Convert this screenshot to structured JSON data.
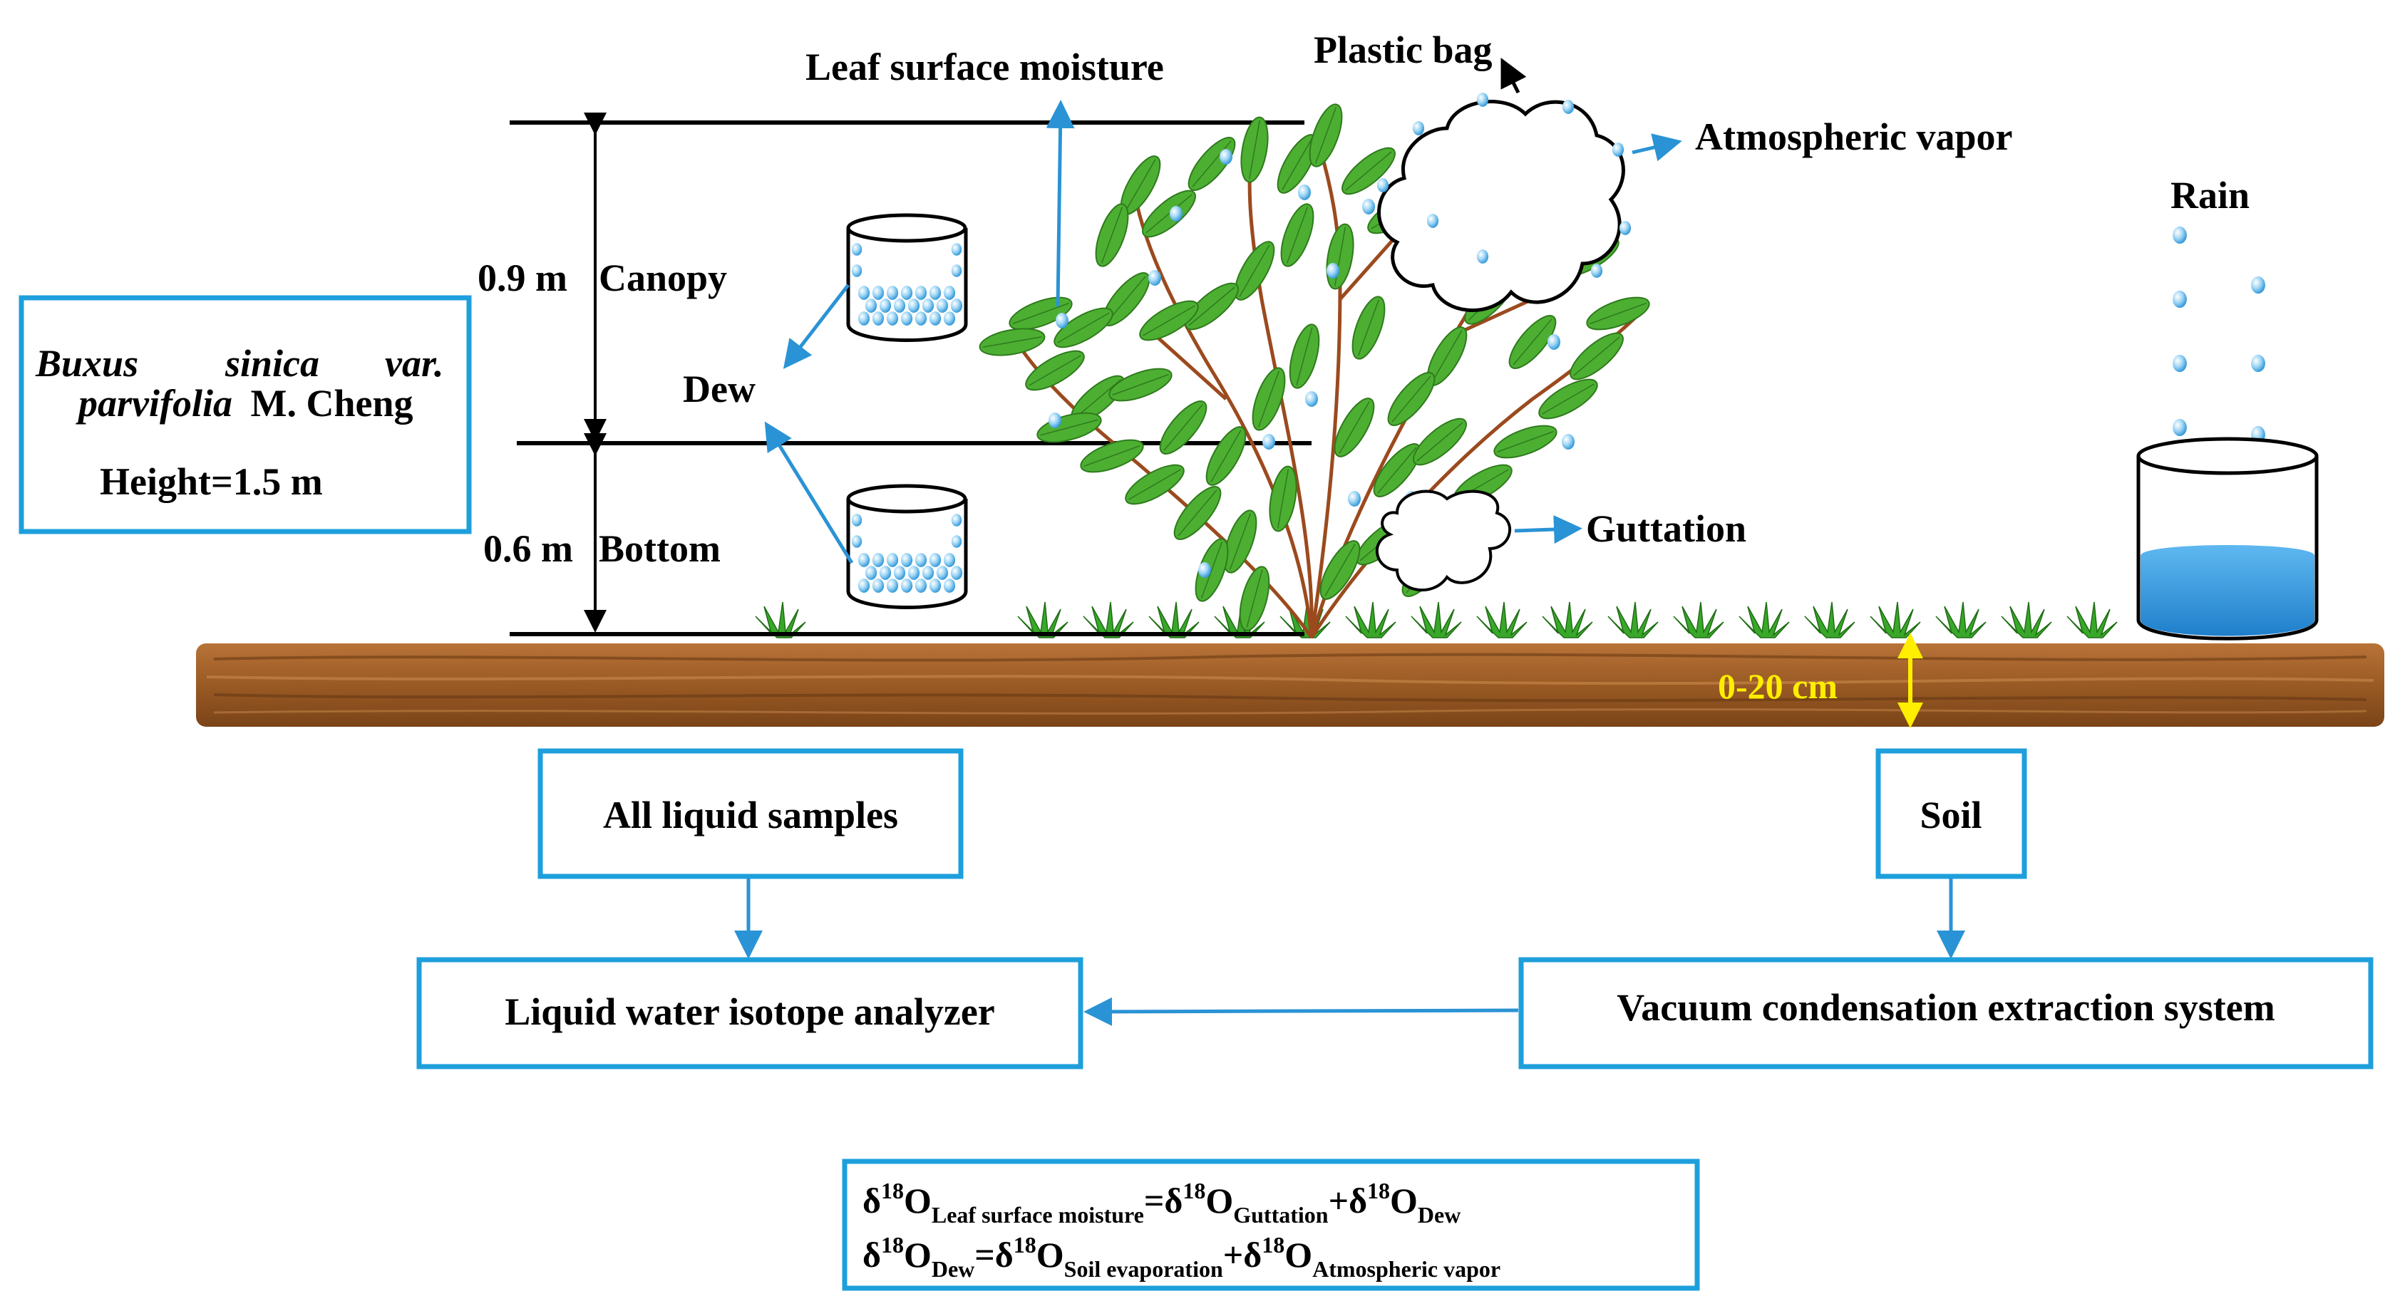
{
  "labels": {
    "leaf_surface_moisture": "Leaf surface moisture",
    "plastic_bag": "Plastic bag",
    "atmospheric_vapor": "Atmospheric vapor",
    "rain": "Rain",
    "canopy_height": "0.9 m",
    "canopy": "Canopy",
    "dew": "Dew",
    "bottom_height": "0.6 m",
    "bottom": "Bottom",
    "guttation": "Guttation",
    "soil_depth": "0-20 cm"
  },
  "species_box": {
    "genus": "Buxus",
    "species": "sinica",
    "var": "var.",
    "variety": "parvifolia",
    "author": "M. Cheng",
    "height": "Height=1.5 m"
  },
  "flow": {
    "all_liquid": "All liquid samples",
    "soil": "Soil",
    "analyzer": "Liquid water isotope analyzer",
    "vacuum": "Vacuum condensation extraction system"
  },
  "equations": {
    "delta": "δ",
    "sup": "18",
    "O": "O",
    "eq": "=",
    "plus": "+",
    "leaf_surface_moisture": "Leaf surface moisture",
    "guttation": "Guttation",
    "dew": "Dew",
    "soil_evaporation": "Soil evaporation",
    "atmospheric_vapor": "Atmospheric vapor"
  },
  "colors": {
    "accent_blue": "#1e9fdc",
    "arrow_blue": "#2a93d5",
    "leaf_green": "#4caf32",
    "soil_brown": "#a0602a",
    "water_blue": "#1f8fd8",
    "yellow": "#ffee00"
  }
}
